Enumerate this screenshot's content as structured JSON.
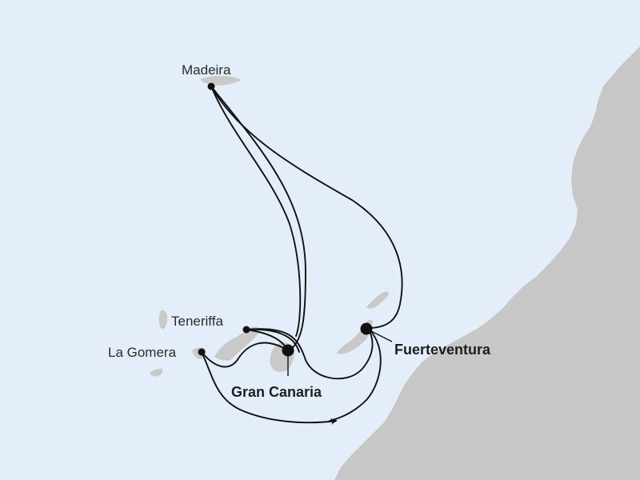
{
  "map": {
    "colors": {
      "sea": "#e3eefa",
      "land": "#c7c7c7",
      "islands": "#c9c9c9",
      "route": "#111111"
    },
    "ports": {
      "madeira": {
        "name": "Madeira",
        "type": "port"
      },
      "teneriffa": {
        "name": "Teneriffa",
        "type": "port"
      },
      "la_gomera": {
        "name": "La Gomera",
        "type": "port"
      },
      "gran_canaria": {
        "name": "Gran Canaria",
        "type": "hub"
      },
      "fuerteventura": {
        "name": "Fuerteventura",
        "type": "hub"
      }
    },
    "route": {
      "description_arrow": "arrow-head"
    }
  }
}
